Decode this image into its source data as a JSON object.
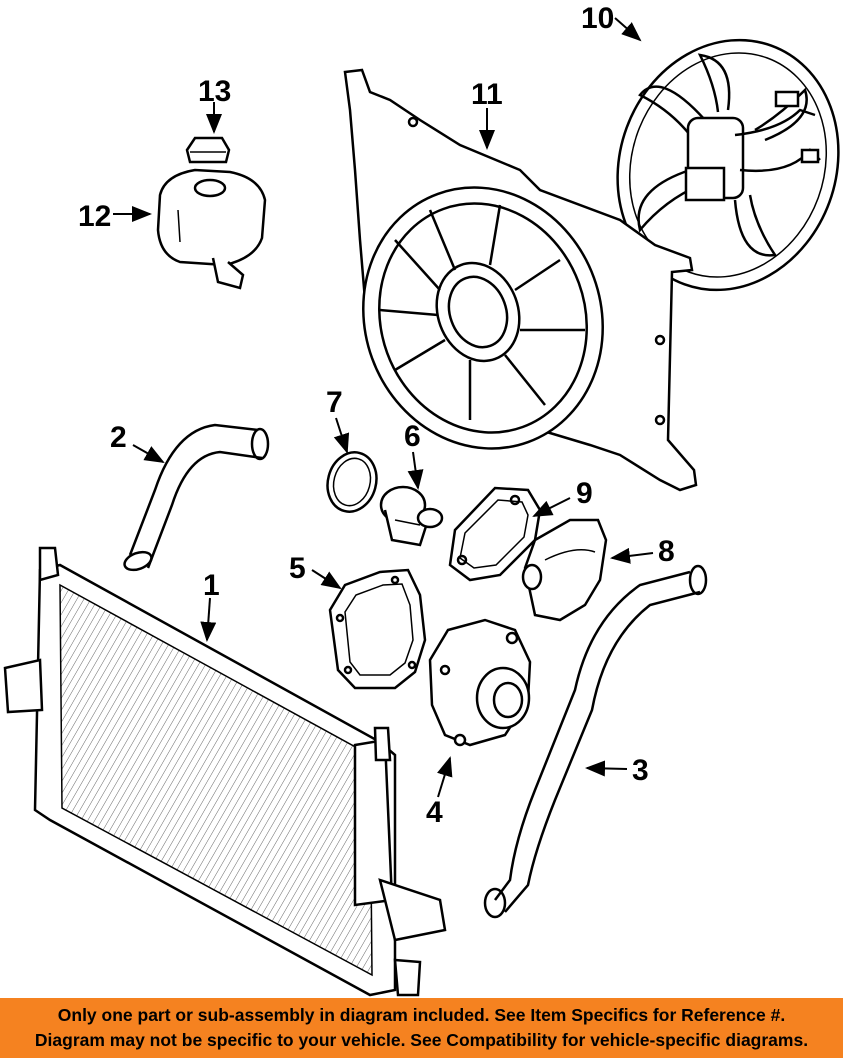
{
  "callouts": {
    "c1": "1",
    "c2": "2",
    "c3": "3",
    "c4": "4",
    "c5": "5",
    "c6": "6",
    "c7": "7",
    "c8": "8",
    "c9": "9",
    "c10": "10",
    "c11": "11",
    "c12": "12",
    "c13": "13"
  },
  "banner": {
    "line1": "Only one part or sub-assembly in diagram included. See Item Specifics for Reference #.",
    "line2": "Diagram may not be specific to your vehicle. See Compatibility for vehicle-specific diagrams."
  },
  "colors": {
    "banner_bg": "#f58220",
    "line": "#000000"
  }
}
